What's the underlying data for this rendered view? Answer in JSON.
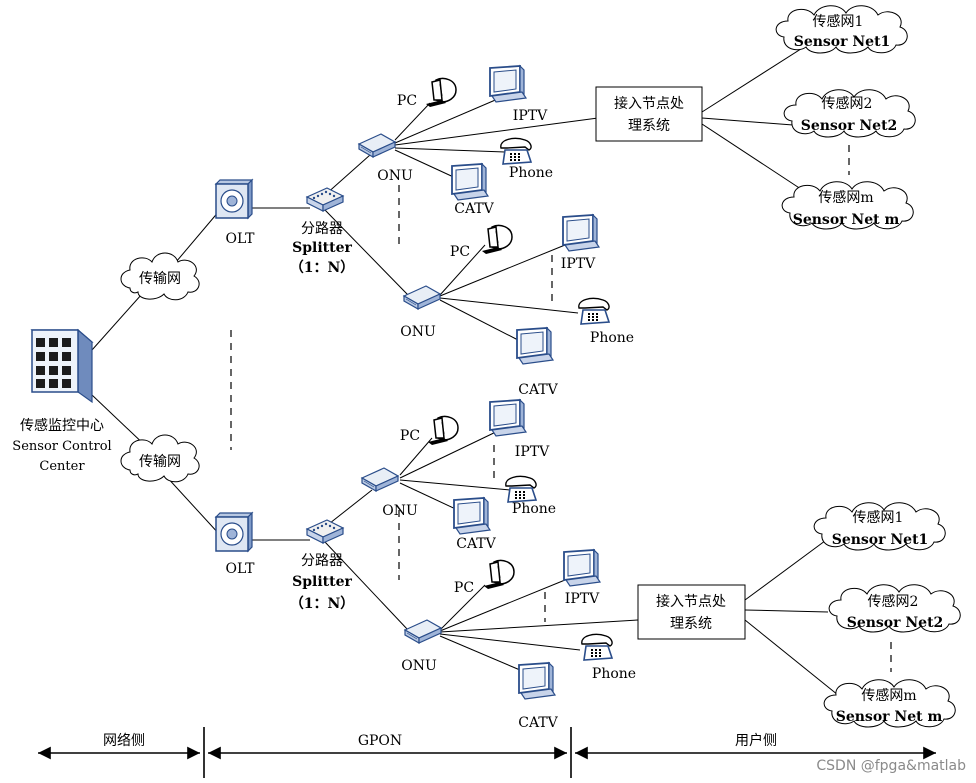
{
  "center": {
    "line1": "传感监控中心",
    "line2": "Sensor Control",
    "line3": "Center"
  },
  "transport": "传输网",
  "olt": "OLT",
  "splitter": {
    "cn": "分路器",
    "en": "Splitter",
    "ratio": "（1：N）"
  },
  "onu": "ONU",
  "pc": "PC",
  "iptv": "IPTV",
  "phone": "Phone",
  "catv": "CATV",
  "access_node": {
    "line1": "接入节点处",
    "line2": "理系统"
  },
  "sensor_net": {
    "n1_cn": "传感网1",
    "n1_en": "Sensor Net1",
    "n2_cn": "传感网2",
    "n2_en": "Sensor Net2",
    "nm_cn": "传感网m",
    "nm_en": "Sensor Net m"
  },
  "zones": {
    "network": "网络侧",
    "gpon": "GPON",
    "user": "用户侧"
  },
  "watermark": "CSDN @fpga&matlab"
}
